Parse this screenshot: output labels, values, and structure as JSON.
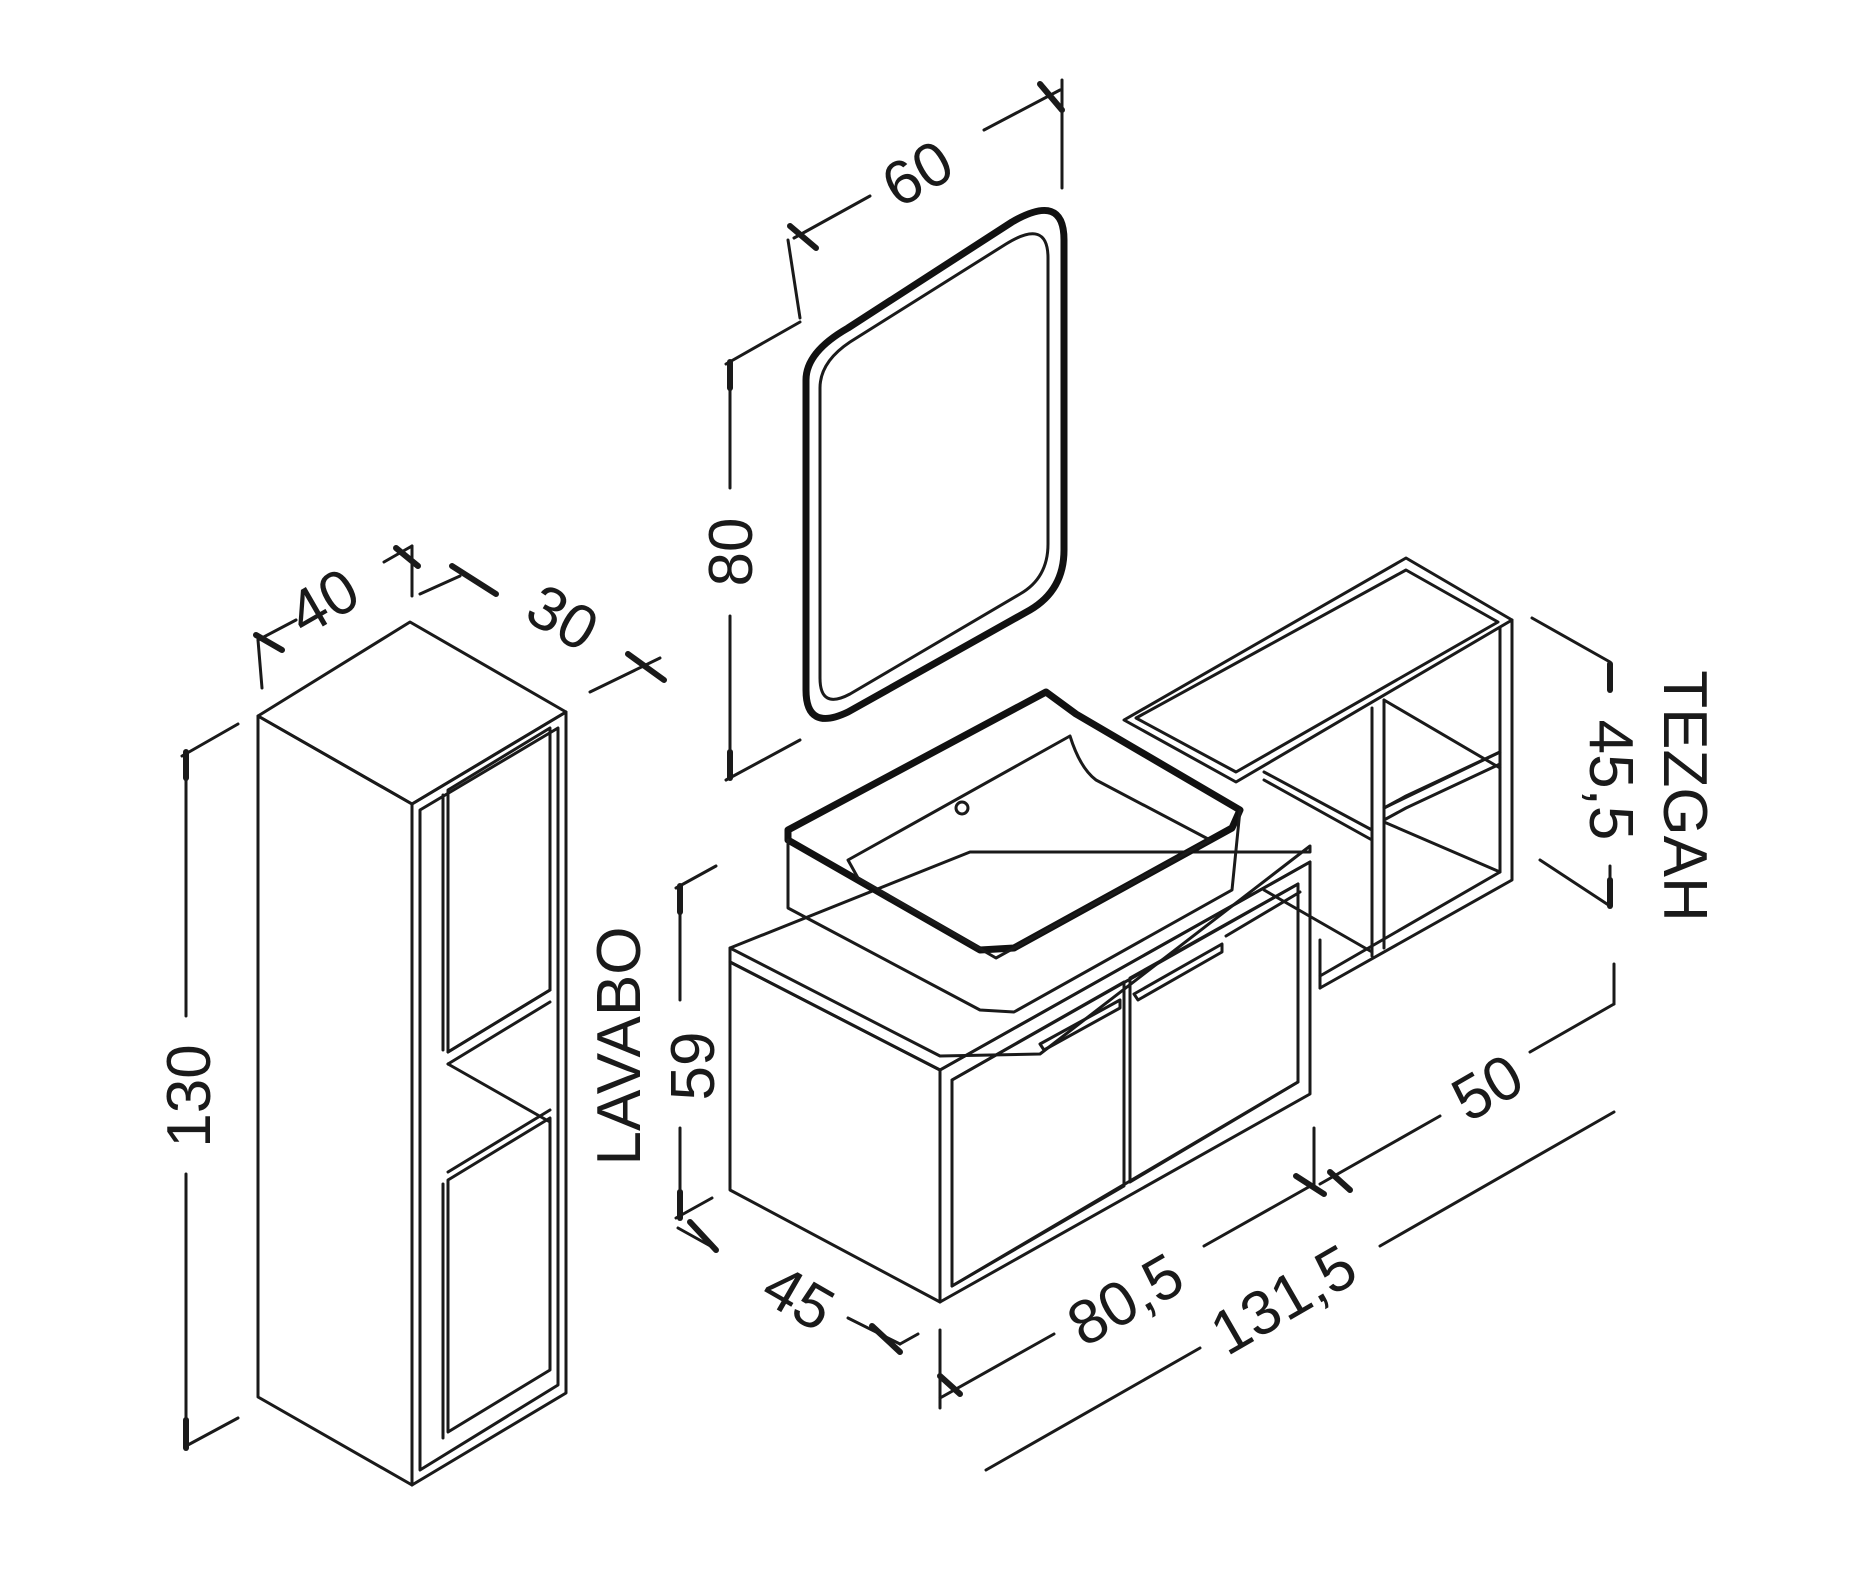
{
  "tall_cabinet": {
    "width": "40",
    "depth": "30",
    "height": "130"
  },
  "mirror": {
    "width": "60",
    "height": "80"
  },
  "sink_unit": {
    "label": "LAVABO",
    "height": "59",
    "depth": "45",
    "width": "80,5"
  },
  "counter_shelf": {
    "label": "TEZGAH",
    "height": "45,5",
    "depth": "50"
  },
  "total_width": "131,5"
}
